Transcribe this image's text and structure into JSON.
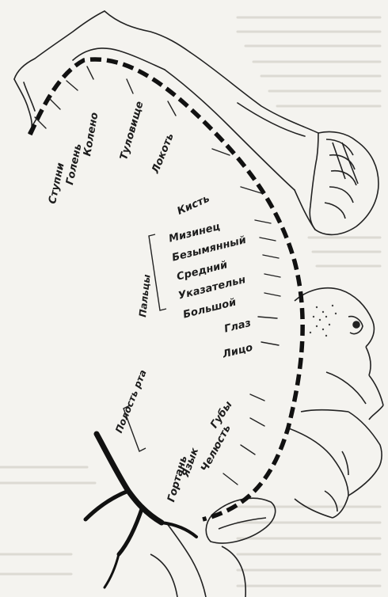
{
  "figure": {
    "labels": {
      "stupni": "Ступни",
      "golen": "Голень",
      "koleno": "Колено",
      "tulovishche": "Туловище",
      "lokot": "Локоть",
      "kist": "Кисть",
      "mizinets": "Мизинец",
      "bezymyanny": "Безымянный",
      "sredniy": "Средний",
      "ukazatelny": "Указательн",
      "bolshoy": "Большой",
      "glaz": "Глаз",
      "litso": "Лицо",
      "guby": "Губы",
      "chelyust": "Челюсть",
      "yazyk": "Язык",
      "gortan": "Гортань"
    },
    "groups": {
      "paltsy": "Пальцы",
      "polost_rta": "Полость рта"
    }
  }
}
